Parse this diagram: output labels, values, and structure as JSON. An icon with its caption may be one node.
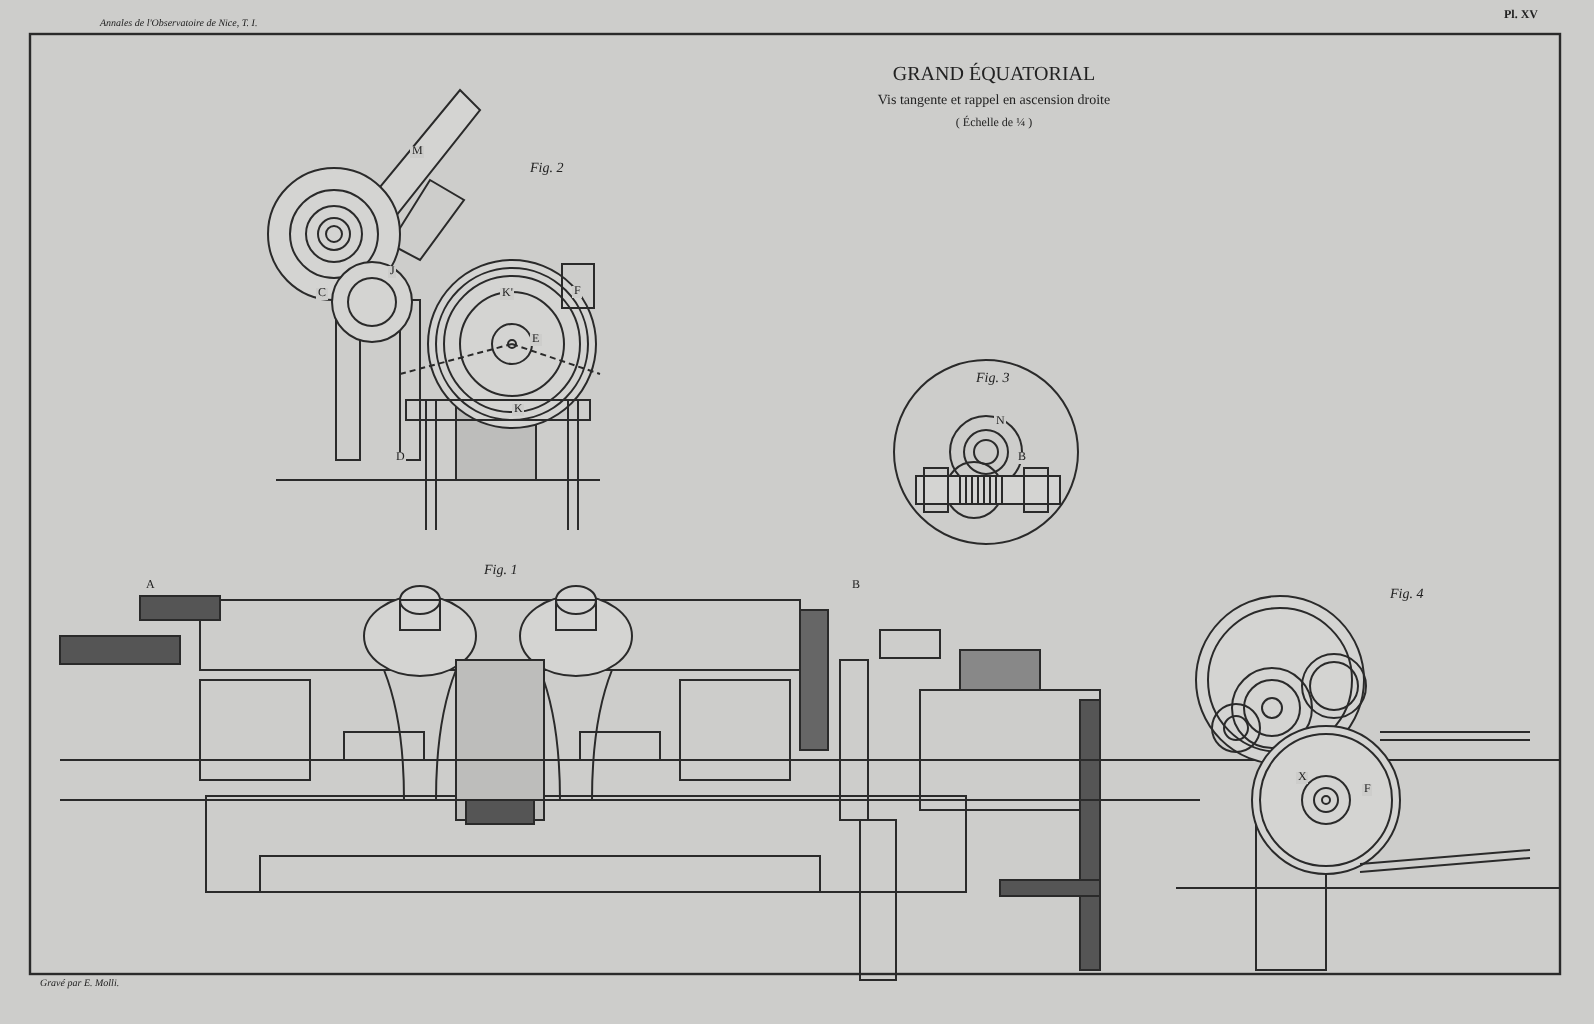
{
  "diagram": {
    "title": "GRAND ÉQUATORIAL",
    "labels": [
      "Annales de l'Observatoire de Nice, T. I.",
      "Pl. XV",
      "Vis tangente et rappel en ascension droite",
      "( Échelle de ¼ )",
      "Fig. 2",
      "M",
      "J",
      "C",
      "K'",
      "E",
      "F",
      "K",
      "D",
      "Fig. 3",
      "N",
      "B",
      "Fig. 1",
      "A",
      "B",
      "Fig. 4",
      "X",
      "F",
      "Gravé par E. Molli."
    ]
  }
}
